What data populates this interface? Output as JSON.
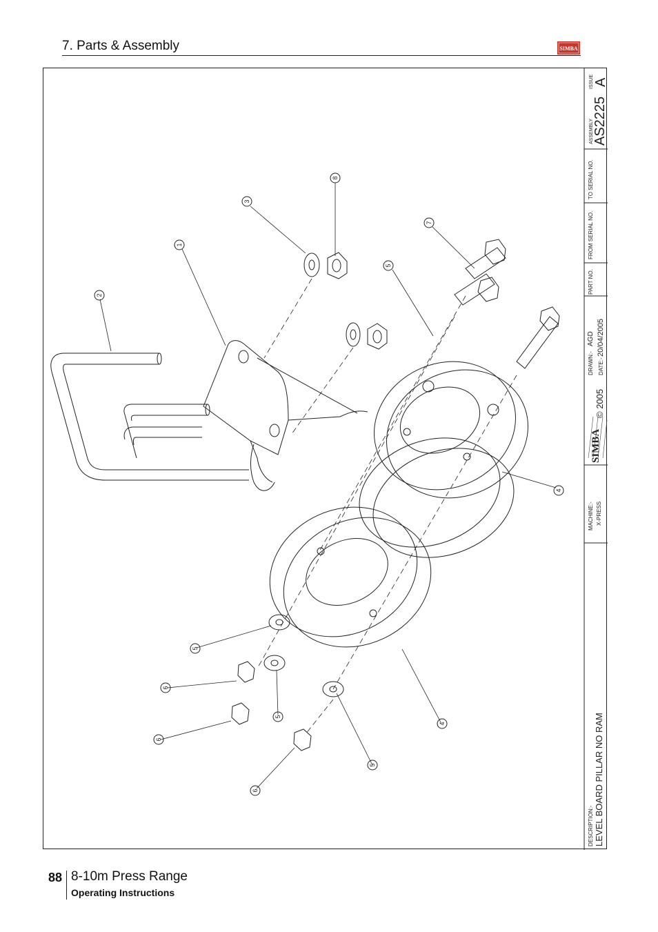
{
  "header": {
    "section_title": "7. Parts & Assembly",
    "logo_text": "SIMBA"
  },
  "drawing": {
    "callouts": [
      "1",
      "2",
      "3",
      "8",
      "7",
      "5",
      "4",
      "5",
      "6",
      "6",
      "5",
      "4",
      "6",
      "5"
    ],
    "title_block": {
      "issue_label": "ISSUE",
      "issue_value": "A",
      "assembly_label": "ASSEMBLY",
      "assembly_value": "AS2225",
      "to_serial_label": "TO SERIAL NO.",
      "from_serial_label": "FROM SERIAL NO.",
      "part_no_label": "PART NO.",
      "drawn_label": "DRAWN:-",
      "drawn_value": "AGD",
      "date_label": "DATE:-",
      "date_value": "20/04/2005",
      "copyright": "© 2005",
      "brand": "SIMBA",
      "machine_label": "MACHINE:-",
      "machine_value": "X-PRESS",
      "description_label": "DESCRIPTION:-",
      "description_value": "LEVEL BOARD PILLAR NO RAM"
    }
  },
  "footer": {
    "page_number": "88",
    "range_title": "8-10m Press Range",
    "subtitle": "Operating Instructions"
  }
}
